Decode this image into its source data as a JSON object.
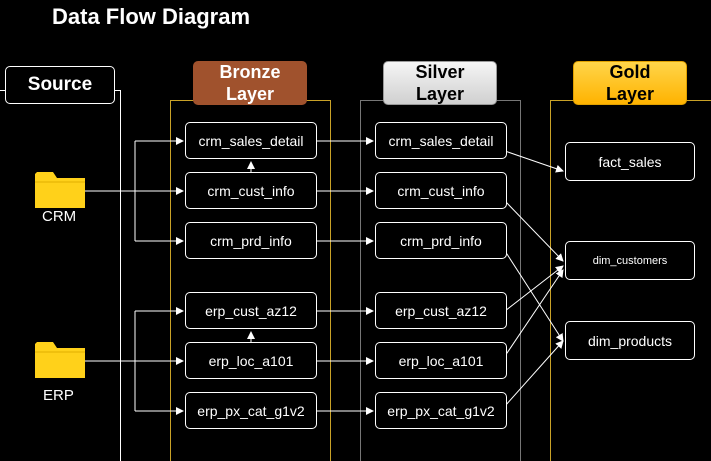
{
  "title": "Data Flow Diagram",
  "layers": {
    "source": "Source",
    "bronze": "Bronze\nLayer",
    "silver": "Silver\nLayer",
    "gold": "Gold\nLayer"
  },
  "sources": {
    "crm": "CRM",
    "erp": "ERP"
  },
  "bronze_nodes": [
    "crm_sales_detail",
    "crm_cust_info",
    "crm_prd_info",
    "erp_cust_az12",
    "erp_loc_a101",
    "erp_px_cat_g1v2"
  ],
  "silver_nodes": [
    "crm_sales_detail",
    "crm_cust_info",
    "crm_prd_info",
    "erp_cust_az12",
    "erp_loc_a101",
    "erp_px_cat_g1v2"
  ],
  "gold_nodes": [
    "fact_sales",
    "dim_customers",
    "dim_products"
  ],
  "colors": {
    "bronze": "#a0522d",
    "silver": "#e6e6e6",
    "gold": "#ffc000",
    "bronze_border": "#c9a227",
    "silver_border": "#777777",
    "gold_border": "#c9a227",
    "folder": "#ffd11a"
  },
  "icons": {
    "crm": "folder-icon",
    "erp": "folder-icon"
  }
}
